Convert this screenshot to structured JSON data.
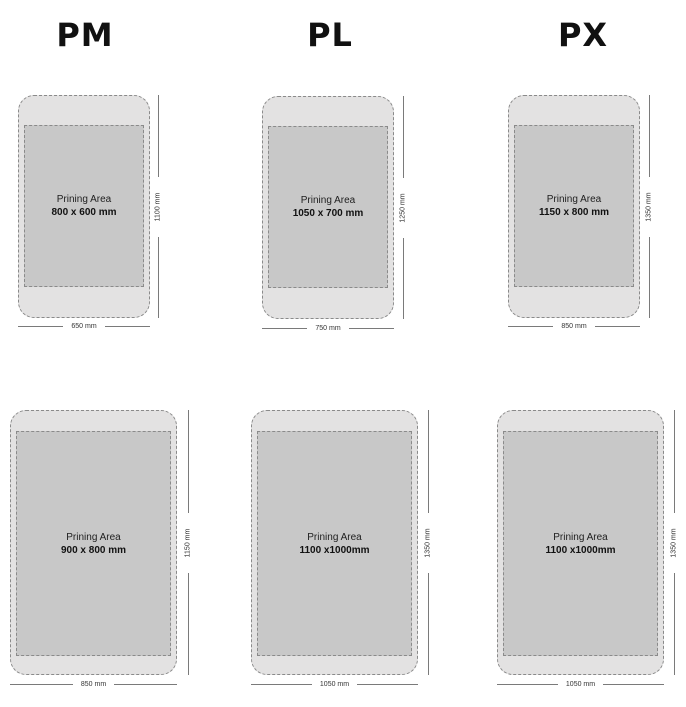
{
  "columns": [
    {
      "title": "PM"
    },
    {
      "title": "PL"
    },
    {
      "title": "PX"
    }
  ],
  "boards": [
    {
      "area_label": "Prining Area",
      "area_size": "800 x 600 mm",
      "width_label": "650 mm",
      "height_label": "1100 mm"
    },
    {
      "area_label": "Prining Area",
      "area_size": "1050 x 700 mm",
      "width_label": "750 mm",
      "height_label": "1250 mm"
    },
    {
      "area_label": "Prining Area",
      "area_size": "1150 x 800 mm",
      "width_label": "850 mm",
      "height_label": "1350 mm"
    },
    {
      "area_label": "Prining Area",
      "area_size": "900 x 800 mm",
      "width_label": "850 mm",
      "height_label": "1150 mm"
    },
    {
      "area_label": "Prining Area",
      "area_size": "1100 x1000mm",
      "width_label": "1050 mm",
      "height_label": "1350 mm"
    },
    {
      "area_label": "Prining Area",
      "area_size": "1100 x1000mm",
      "width_label": "1050 mm",
      "height_label": "1350 mm"
    }
  ],
  "colors": {
    "board_fill": "#e3e2e2",
    "area_fill": "#c8c8c8",
    "dashed_border": "#8a8a8a",
    "dimension_line": "#7a7a7a",
    "title_text": "#111111"
  }
}
